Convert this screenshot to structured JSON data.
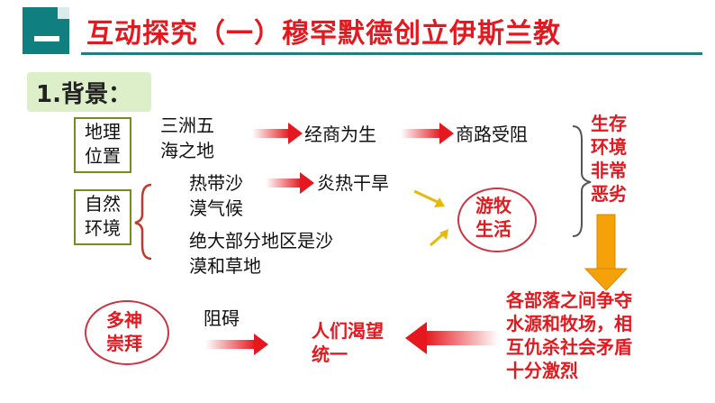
{
  "title": {
    "part1": "互动探究",
    "part2": "（一）穆罕默德创立伊斯兰教"
  },
  "section_label": "1.背景：",
  "geo": {
    "label_line1": "地理",
    "label_line2": "位置",
    "text_line1": "三洲五",
    "text_line2": "海之地",
    "result1": "经商为生",
    "result2": "商路受阻"
  },
  "nature": {
    "label_line1": "自然",
    "label_line2": "环境",
    "climate_line1": "热带沙",
    "climate_line2": "漠气候",
    "climate_result": "炎热干旱",
    "terrain_line1": "绝大部分地区是沙",
    "terrain_line2": "漠和草地"
  },
  "nomadic": {
    "line1": "游牧",
    "line2": "生活"
  },
  "environment": {
    "line1": "生存",
    "line2": "环境",
    "line3": "非常",
    "line4": "恶劣"
  },
  "conflict": {
    "line1": "各部落之间争夺",
    "line2": "水源和牧场，相",
    "line3": "互仇杀社会矛盾",
    "line4": "十分激烈"
  },
  "unity": {
    "line1": "人们渴望",
    "line2": "统一"
  },
  "polytheism": {
    "line1": "多神",
    "line2": "崇拜",
    "obstacle": "阻碍"
  },
  "colors": {
    "accent_red": "#e4181e",
    "teal": "#0f7f80",
    "arrow_orange": "#f5a20a"
  }
}
